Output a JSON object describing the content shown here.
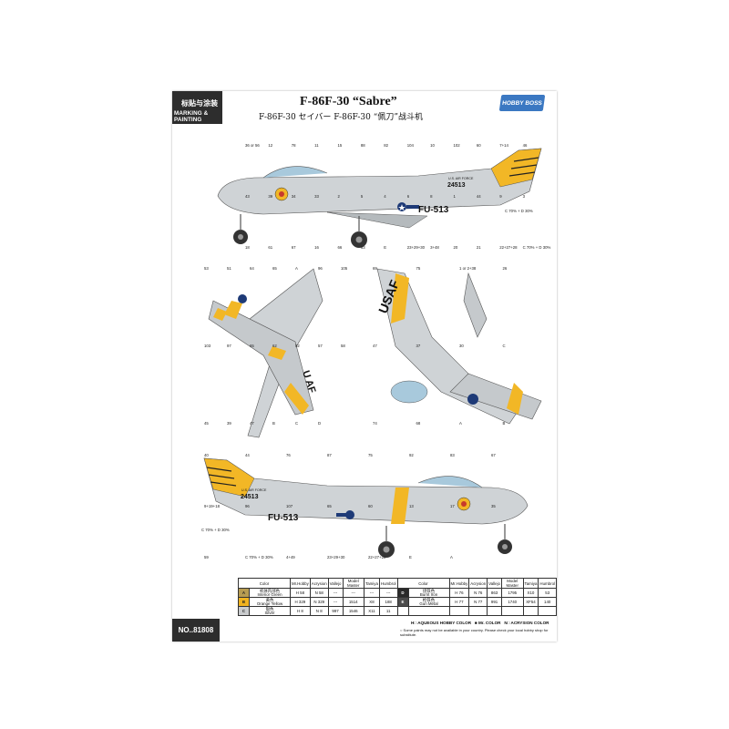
{
  "header": {
    "cn_label": "标贴与涂装",
    "en_label": "MARKING & PAINTING",
    "title": "F-86F-30 “Sabre”",
    "subtitle": "F-86F-30 セイバー   F-86F-30 “佩刀”战斗机",
    "brand": "HOBBY BOSS"
  },
  "markings": {
    "usaf": "USAF",
    "usaf_wing": "U   AF",
    "serial": "24513",
    "buzz": "FU-513",
    "air_force": "U.S. AIR FORCE",
    "mix": "C 70% + D 30%"
  },
  "callouts": {
    "side1": [
      "36 or 56",
      "12",
      "78",
      "11",
      "15",
      "88",
      "82",
      "104",
      "10",
      "102",
      "60",
      "7+14",
      "46",
      "43",
      "39",
      "34",
      "33",
      "2",
      "5",
      "4",
      "6",
      "8",
      "1",
      "44",
      "9",
      "3",
      "18",
      "61",
      "67",
      "16",
      "66",
      "63",
      "E",
      "23+29+30",
      "3+48",
      "20",
      "21",
      "22+27+28",
      "C 70% + D 30%"
    ],
    "top": [
      "53",
      "51",
      "64",
      "65",
      "A",
      "96",
      "105",
      "103",
      "97",
      "65",
      "62",
      "52",
      "57",
      "58",
      "45",
      "39",
      "47",
      "B",
      "C",
      "D"
    ],
    "bottom": [
      "69",
      "75",
      "1 or 2+38",
      "26",
      "47",
      "37",
      "30",
      "C",
      "74",
      "68",
      "A",
      "B"
    ],
    "side2": [
      "40",
      "44",
      "76",
      "87",
      "75",
      "92",
      "83",
      "67",
      "9+19+18",
      "96",
      "107",
      "65",
      "60",
      "13",
      "17",
      "35",
      "59",
      "C 70% + D 30%",
      "4+49",
      "23+29+30",
      "22+27+28",
      "E",
      "A"
    ]
  },
  "color_table": {
    "headers": [
      "Color",
      "Mr.Hobby",
      "Acrysion",
      "Vallejo",
      "Model Master",
      "Tamiya",
      "Humbrol"
    ],
    "rows": [
      {
        "letter": "A",
        "swatch": "#b79c52",
        "name_cn": "机体内部色",
        "name_en": "Interior Green",
        "mr": "H 58",
        "acry": "N 58",
        "vallejo": "---",
        "mm": "---",
        "tamiya": "---",
        "humbrol": "---"
      },
      {
        "letter": "B",
        "swatch": "#f0b320",
        "name_cn": "黄色",
        "name_en": "Orange Yellow",
        "mr": "H 329",
        "acry": "N 329",
        "vallejo": "---",
        "mm": "1514",
        "tamiya": "X8",
        "humbrol": "188"
      },
      {
        "letter": "C",
        "swatch": "#c9cbcd",
        "name_cn": "银色",
        "name_en": "Silver",
        "mr": "H 8",
        "acry": "N 8",
        "vallejo": "997",
        "mm": "1546",
        "tamiya": "X11",
        "humbrol": "11"
      },
      {
        "letter": "D",
        "swatch": "#2a2a2a",
        "name_cn": "烧铁色",
        "name_en": "Burnt Iron",
        "mr": "H 76",
        "acry": "N 76",
        "vallejo": "863",
        "mm": "1795",
        "tamiya": "X10",
        "humbrol": "53"
      },
      {
        "letter": "E",
        "swatch": "#4b4b4b",
        "name_cn": "枪铁色",
        "name_en": "Gun Metal",
        "mr": "H 77",
        "acry": "N 77",
        "vallejo": "991",
        "mm": "1740",
        "tamiya": "XF54",
        "humbrol": "140"
      }
    ]
  },
  "legend": {
    "h": "H□ AQUEOUS HOBBY COLOR",
    "mr": "■ Mr. COLOR",
    "n": "N□ ACRYSION COLOR"
  },
  "note": "○ Some paints may not be available in your country. Please check your local hobby shop for substitute.",
  "product_no": "NO..81808"
}
